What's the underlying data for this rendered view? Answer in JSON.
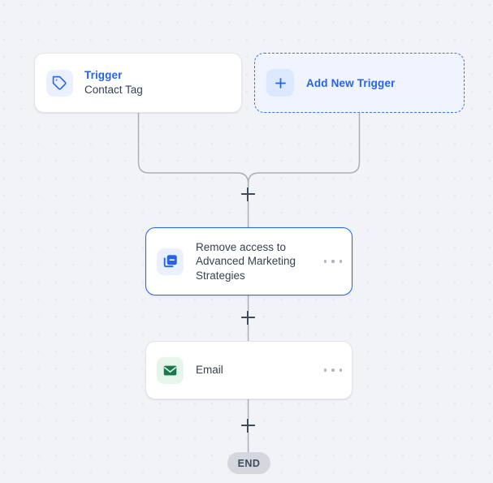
{
  "canvas": {
    "background_color": "#f1f3f7",
    "dot_color": "#e3e6ec",
    "connector_color": "#a9aeb8",
    "accent_blue": "#2563eb",
    "accent_green": "#177a48"
  },
  "triggers": [
    {
      "id": "trigger-contact-tag",
      "icon": "tag-icon",
      "icon_color": "#2563eb",
      "title": "Trigger",
      "subtitle": "Contact Tag",
      "selected": false
    }
  ],
  "add_trigger": {
    "icon": "plus-icon",
    "label": "Add New Trigger",
    "accent": "#2563eb"
  },
  "actions": [
    {
      "id": "action-remove-access",
      "icon": "remove-from-collection-icon",
      "icon_color": "#2563eb",
      "icon_bg": "#eaf0fe",
      "label": "Remove access to Advanced Marketing Strategies",
      "selected": true,
      "more_label": "…"
    },
    {
      "id": "action-email",
      "icon": "envelope-icon",
      "icon_color": "#177a48",
      "icon_bg": "#e7f6ed",
      "label": "Email",
      "selected": false,
      "more_label": "…"
    }
  ],
  "add_step_buttons": [
    {
      "id": "add-step-after-triggers",
      "label": "+"
    },
    {
      "id": "add-step-after-remove-access",
      "label": "+"
    },
    {
      "id": "add-step-after-email",
      "label": "+"
    }
  ],
  "end": {
    "label": "END"
  }
}
